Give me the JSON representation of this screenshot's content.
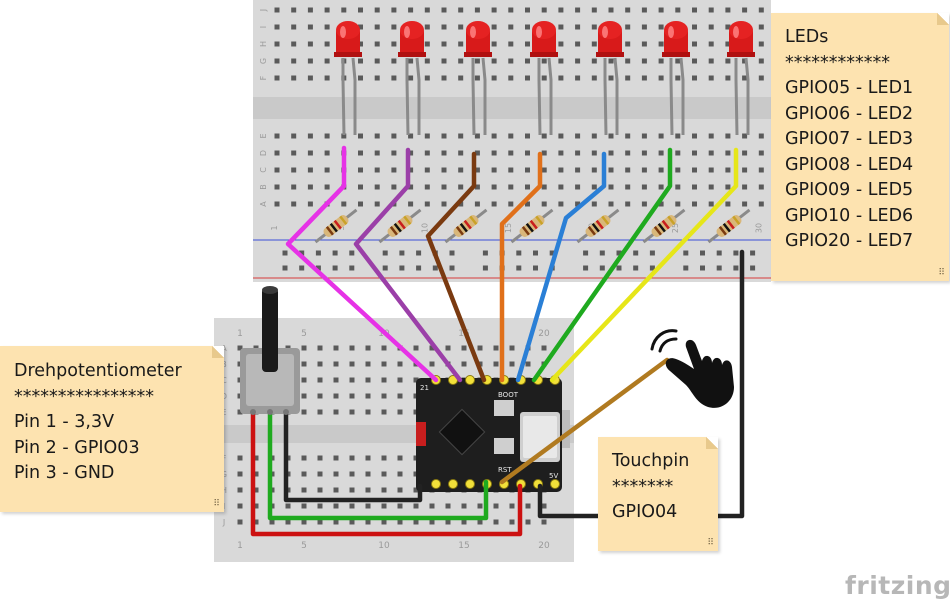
{
  "leds_note": {
    "title": "LEDs",
    "stars": "************",
    "lines": [
      "GPIO05 - LED1",
      "GPIO06 - LED2",
      "GPIO07 - LED3",
      "GPIO08 - LED4",
      "GPIO09 - LED5",
      "GPIO10 - LED6",
      "GPIO20 - LED7"
    ]
  },
  "pot_note": {
    "title": "Drehpotentiometer",
    "stars": "****************",
    "lines": [
      "Pin 1 - 3,3V",
      "Pin 2 - GPIO03",
      "Pin 3 - GND"
    ]
  },
  "touch_note": {
    "title": "Touchpin",
    "stars": "*******",
    "lines": [
      "GPIO04"
    ]
  },
  "top_breadboard": {
    "row_letters": [
      "J",
      "I",
      "H",
      "G",
      "F",
      "E",
      "D",
      "C",
      "B",
      "A"
    ],
    "column_numbers": [
      "1",
      "5",
      "10",
      "15",
      "20",
      "25",
      "30"
    ]
  },
  "bottom_breadboard": {
    "row_letters": [
      "A",
      "B",
      "C",
      "D",
      "E",
      "F",
      "G",
      "H",
      "I",
      "J"
    ],
    "column_numbers": [
      "1",
      "5",
      "10",
      "15",
      "20"
    ]
  },
  "board": {
    "label_boot": "BOOT",
    "label_rst": "RST",
    "label_pin_top": "21",
    "label_pin_bottom": "5V"
  },
  "wire_colors": {
    "led1": "#e632e6",
    "led2": "#9b3fa8",
    "led3": "#7a3a10",
    "led4": "#e0701a",
    "led5": "#2a7fd6",
    "led6": "#1faa1f",
    "led7": "#e6e619",
    "touch": "#b07a20",
    "ground": "#222222",
    "power": "#cc1111",
    "signal": "#1faa1f"
  },
  "brand": "fritzing"
}
